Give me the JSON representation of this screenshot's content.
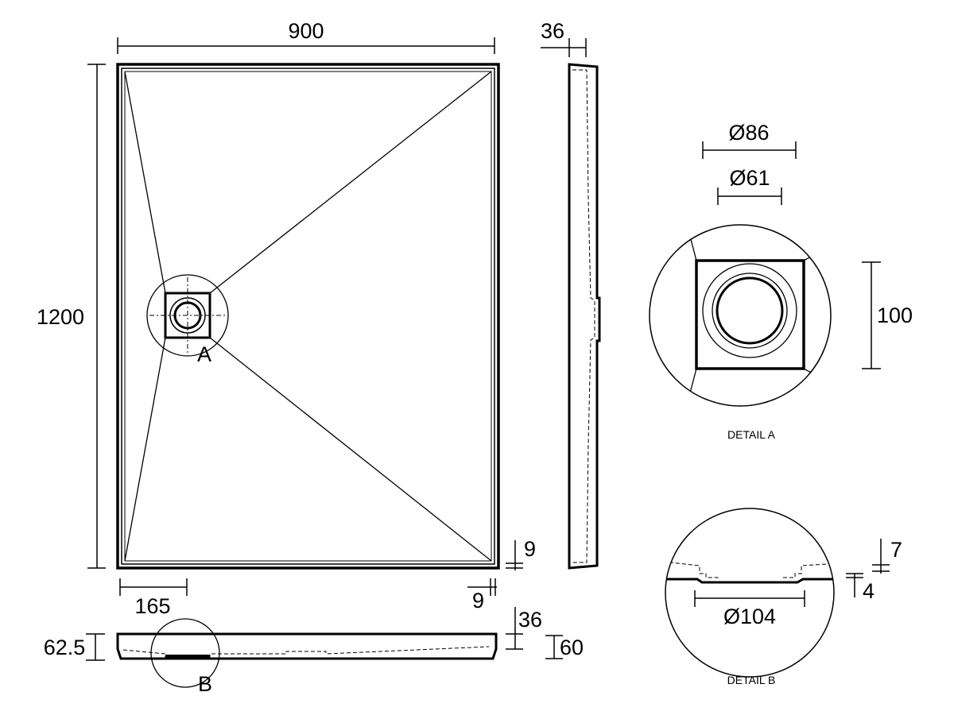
{
  "plan": {
    "width_label": "900",
    "length_label": "1200",
    "waste_offset_label": "165",
    "rim_bottom_label": "9",
    "rim_side_label": "9",
    "detail_marker": "A"
  },
  "side_view": {
    "thickness_label": "36"
  },
  "front_view": {
    "height_label": "62.5",
    "tray_depth_label": "36",
    "total_height_label": "60",
    "detail_marker": "B"
  },
  "detail_a": {
    "title": "DETAIL A",
    "outer_diameter_label": "Ø86",
    "inner_diameter_label": "Ø61",
    "square_size_label": "100"
  },
  "detail_b": {
    "title": "DETAIL B",
    "waste_diameter_label": "Ø104",
    "top_step_label": "7",
    "bottom_step_label": "4"
  }
}
